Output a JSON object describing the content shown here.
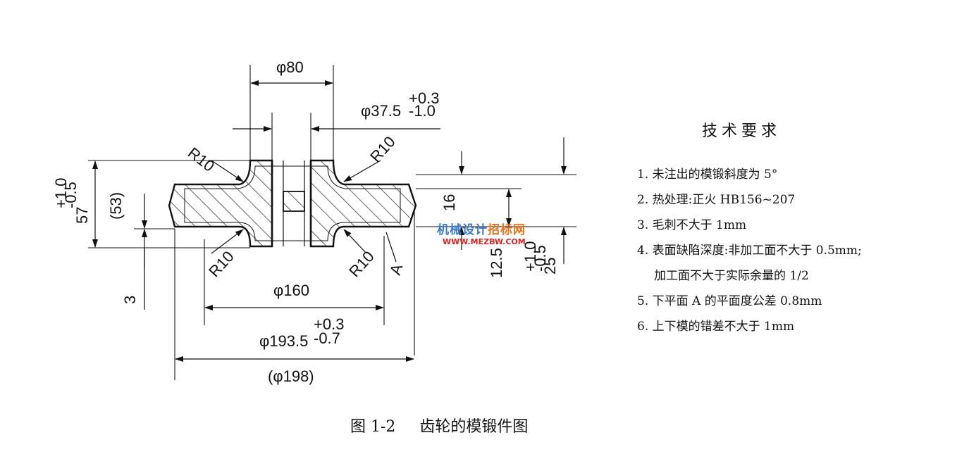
{
  "dimensions": {
    "phi80": "φ80",
    "phi37_main": "φ37.5",
    "phi37_tol_upper": "+0.3",
    "phi37_tol_lower": "-1.0",
    "r10_upper_left": "R10",
    "r10_upper_right": "R10",
    "h57_main": "57",
    "h57_tol_upper": "+1.0",
    "h57_tol_lower": "-0.5",
    "h53": "(53)",
    "d16": "16",
    "d12_5": "12.5",
    "d25_main": "25",
    "d25_tol_upper": "+1.0",
    "d25_tol_lower": "-0.5",
    "r10_lower_left": "R10",
    "r10_lower_right": "R10",
    "label_a": "A",
    "d3": "3",
    "phi160": "φ160",
    "phi193_main": "φ193.5",
    "phi193_tol_upper": "+0.3",
    "phi193_tol_lower": "-0.7",
    "phi198": "(φ198)"
  },
  "requirements": {
    "title": "技术要求",
    "items": [
      "1. 未注出的模锻斜度为 5°",
      "2. 热处理:正火 HB156~207",
      "3. 毛刺不大于 1mm",
      "4. 表面缺陷深度:非加工面不大于 0.5mm;",
      "加工面不大于实际余量的 1/2",
      "5. 下平面 A 的平面度公差 0.8mm",
      "6. 上下模的错差不大于 1mm"
    ]
  },
  "caption": {
    "figure_no": "图 1-2",
    "title": "齿轮的模锻件图"
  },
  "watermark": {
    "name_part1": "机械设计",
    "name_part2": "招标网",
    "url": "WWW.MEZBW.COM"
  }
}
